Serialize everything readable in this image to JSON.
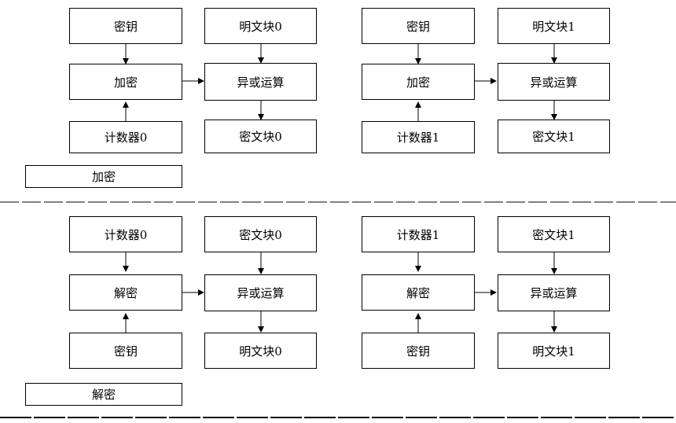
{
  "encryption": {
    "section_label": "加密",
    "blocks": [
      {
        "key": "密钥",
        "cipher_op": "加密",
        "counter": "计数器0",
        "plaintext": "明文块0",
        "xor": "异或运算",
        "ciphertext": "密文块0"
      },
      {
        "key": "密钥",
        "cipher_op": "加密",
        "counter": "计数器1",
        "plaintext": "明文块1",
        "xor": "异或运算",
        "ciphertext": "密文块1"
      }
    ]
  },
  "decryption": {
    "section_label": "解密",
    "blocks": [
      {
        "counter": "计数器0",
        "cipher_op": "解密",
        "key": "密钥",
        "ciphertext": "密文块0",
        "xor": "异或运算",
        "plaintext": "明文块0"
      },
      {
        "counter": "计数器1",
        "cipher_op": "解密",
        "key": "密钥",
        "ciphertext": "密文块1",
        "xor": "异或运算",
        "plaintext": "明文块1"
      }
    ]
  }
}
